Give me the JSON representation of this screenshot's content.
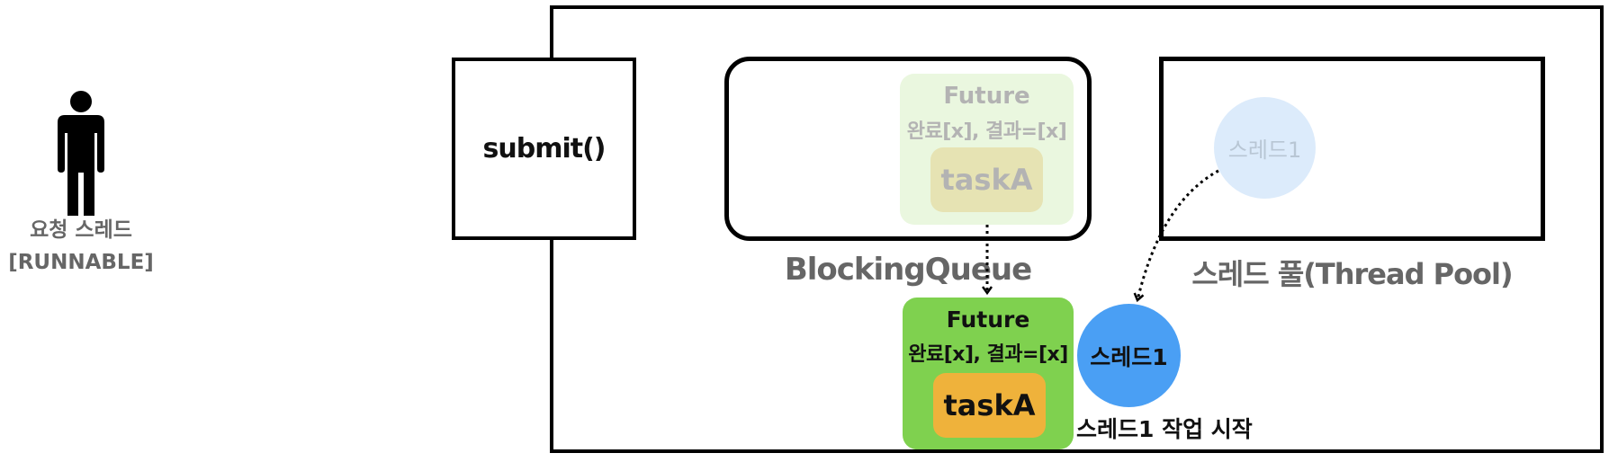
{
  "requester": {
    "icon": "person-icon",
    "name": "요청 스레드",
    "state": "[RUNNABLE]"
  },
  "submit": {
    "label": "submit()"
  },
  "queue": {
    "label": "BlockingQueue",
    "ghost_future": {
      "title": "Future",
      "status": "완료[x], 결과=[x]",
      "task": "taskA"
    }
  },
  "pool": {
    "label": "스레드 풀(Thread Pool)",
    "ghost_thread": "스레드1"
  },
  "active_future": {
    "title": "Future",
    "status": "완료[x], 결과=[x]",
    "task": "taskA"
  },
  "active_thread": {
    "label": "스레드1",
    "caption": "스레드1 작업 시작"
  },
  "colors": {
    "future_active": "#7fd14f",
    "task_active": "#efb23b",
    "thread_active": "#4a9ff4",
    "future_ghost": "#eaf7df",
    "thread_ghost": "#dcebfb"
  }
}
